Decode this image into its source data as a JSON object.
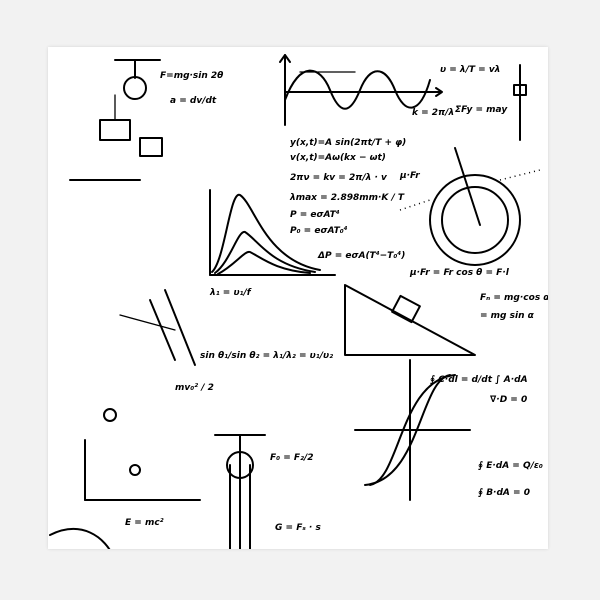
{
  "poster": {
    "theme": "physics formulas doodle",
    "ink_color": "#000000",
    "paper_color": "#ffffff",
    "formulas": [
      "F=mg·sin 2θ",
      "a = dv/dt",
      "y(x,t)=A sin(2πt/T + φ)",
      "v(x,t)=Aω(kx − ωt)",
      "2πν = kv = 2π/λ · v",
      "λmax = 2.898mm·K / T",
      "P = eσAT⁴",
      "P₀ = eσAT₀⁴",
      "ΔP = eσA(T⁴−T₀⁴)",
      "υ = λ/T = vλ",
      "k = 2π/λ",
      "ΣFy = may",
      "μ·Fr",
      "μ·Fr = Fr cos θ = F·l",
      "Fₙ = mg·cos α",
      "= mg sin α",
      "λ₁ = υ₁/f",
      "sin θ₁/sin θ₂ = λ₁/λ₂ = υ₁/υ₂",
      "∮ C·dl = d/dt ∫ A·dA",
      "∇·D = 0",
      "∮ E·dA = Q/ε₀",
      "∮ B·dA = 0",
      "G = Fₛ · s",
      "F₀ = F₂/2",
      "mv₀² / 2",
      "E = mc²"
    ]
  }
}
